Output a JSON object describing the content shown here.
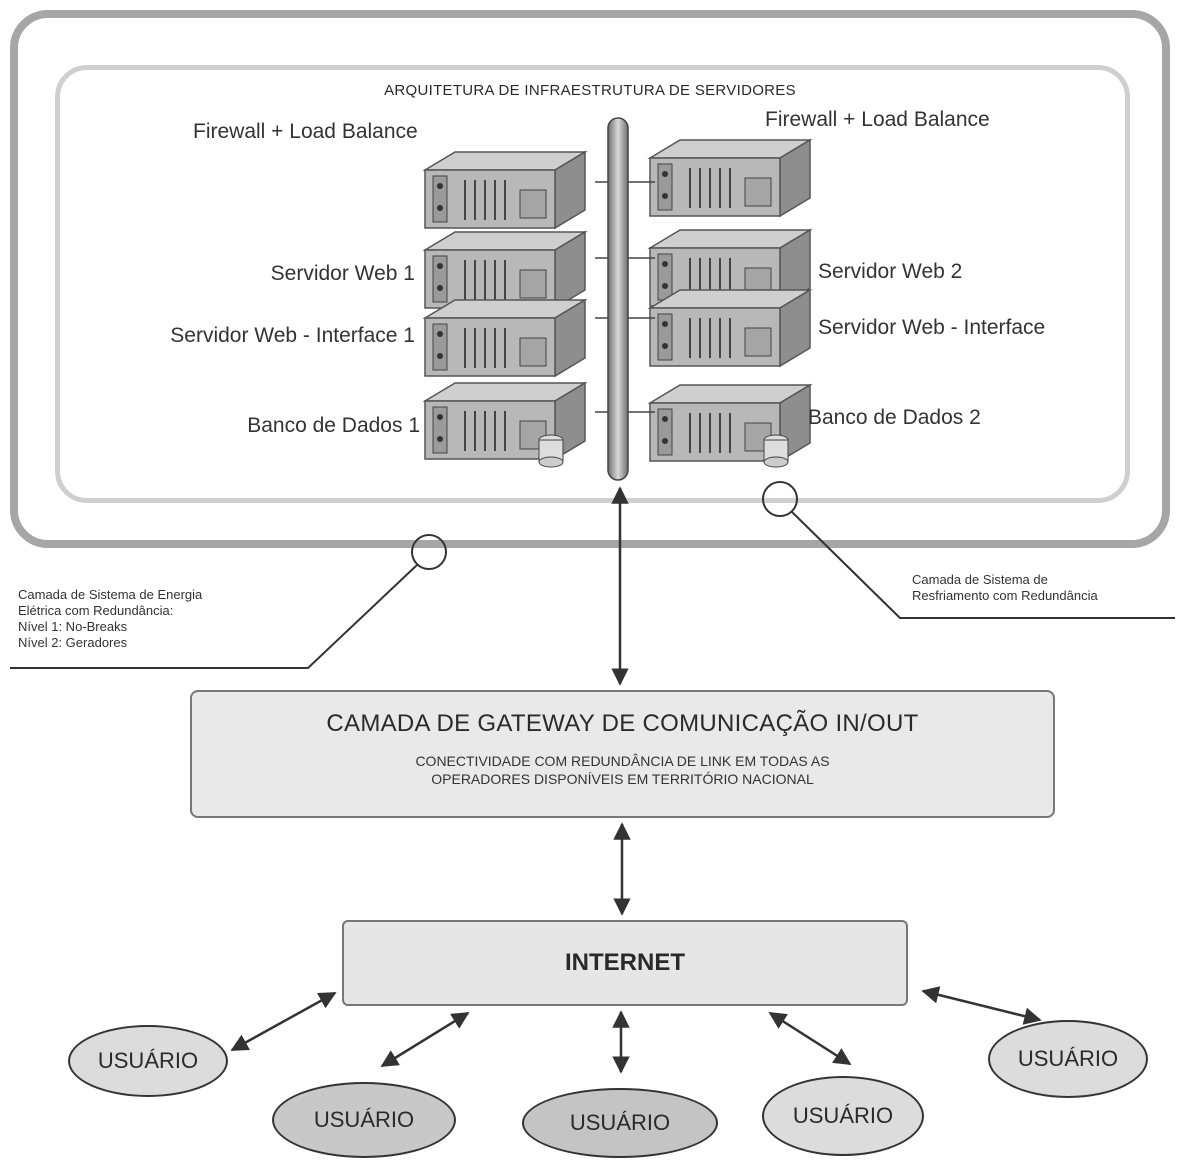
{
  "title": "ARQUITETURA DE INFRAESTRUTURA DE SERVIDORES",
  "servers_left": {
    "firewall": "Firewall  + Load Balance",
    "web": "Servidor Web 1",
    "web_interface": "Servidor Web - Interface 1",
    "database": "Banco de Dados 1"
  },
  "servers_right": {
    "firewall": "Firewall  + Load Balance",
    "web": "Servidor Web 2",
    "web_interface": "Servidor Web - Interface",
    "database": "Banco de Dados 2"
  },
  "energy_note": [
    "Camada de Sistema de Energia",
    "Elétrica com Redundância:",
    "Nível 1: No-Breaks",
    "Nível 2: Geradores"
  ],
  "cooling_note": [
    "Camada de Sistema de",
    "Resfriamento com Redundância"
  ],
  "gateway": {
    "title": "CAMADA DE GATEWAY DE COMUNICAÇÃO IN/OUT",
    "subtitle_line1": "CONECTIVIDADE COM REDUNDÂNCIA DE LINK EM TODAS AS",
    "subtitle_line2": "OPERADORES DISPONÍVEIS EM TERRITÓRIO NACIONAL"
  },
  "internet": "INTERNET",
  "users": [
    "USUÁRIO",
    "USUÁRIO",
    "USUÁRIO",
    "USUÁRIO",
    "USUÁRIO"
  ]
}
